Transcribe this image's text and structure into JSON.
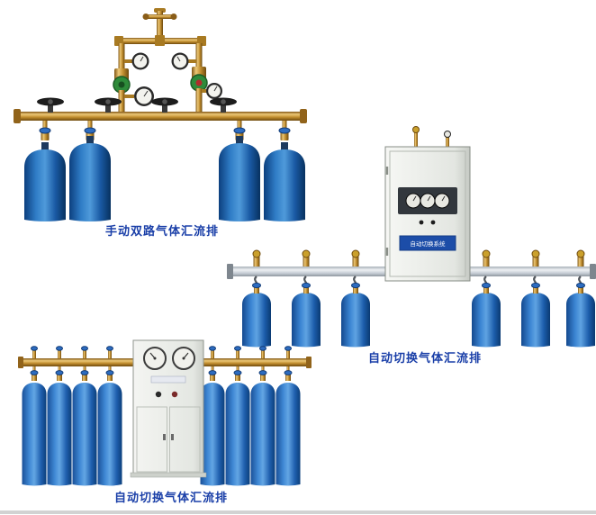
{
  "page": {
    "background_color": "#ffffff",
    "bottom_rule_color": "#d2d2d2"
  },
  "colors": {
    "label_text": "#1a3fa8",
    "cylinder_blue_dark": "#0c3f7e",
    "cylinder_blue_light": "#4f9ada",
    "brass_pipe": "#bf8c2e",
    "silver_pipe": "#c3cad2",
    "cabinet_body": "#e9ebe7",
    "regulator_green": "#2e8b3a",
    "valve_knob_blue": "#2d6cc0"
  },
  "products": [
    {
      "id": "manual-dual-manifold",
      "label": "手动双路气体汇流排",
      "cylinder_count": 4
    },
    {
      "id": "auto-switch-manifold-wall-cabinet",
      "label": "自动切换气体汇流排",
      "cylinder_count": 6,
      "cabinet_plate_text": "自动切换系统"
    },
    {
      "id": "auto-switch-manifold-floor-cabinet",
      "label": "自动切换气体汇流排",
      "cylinder_count": 8
    }
  ]
}
